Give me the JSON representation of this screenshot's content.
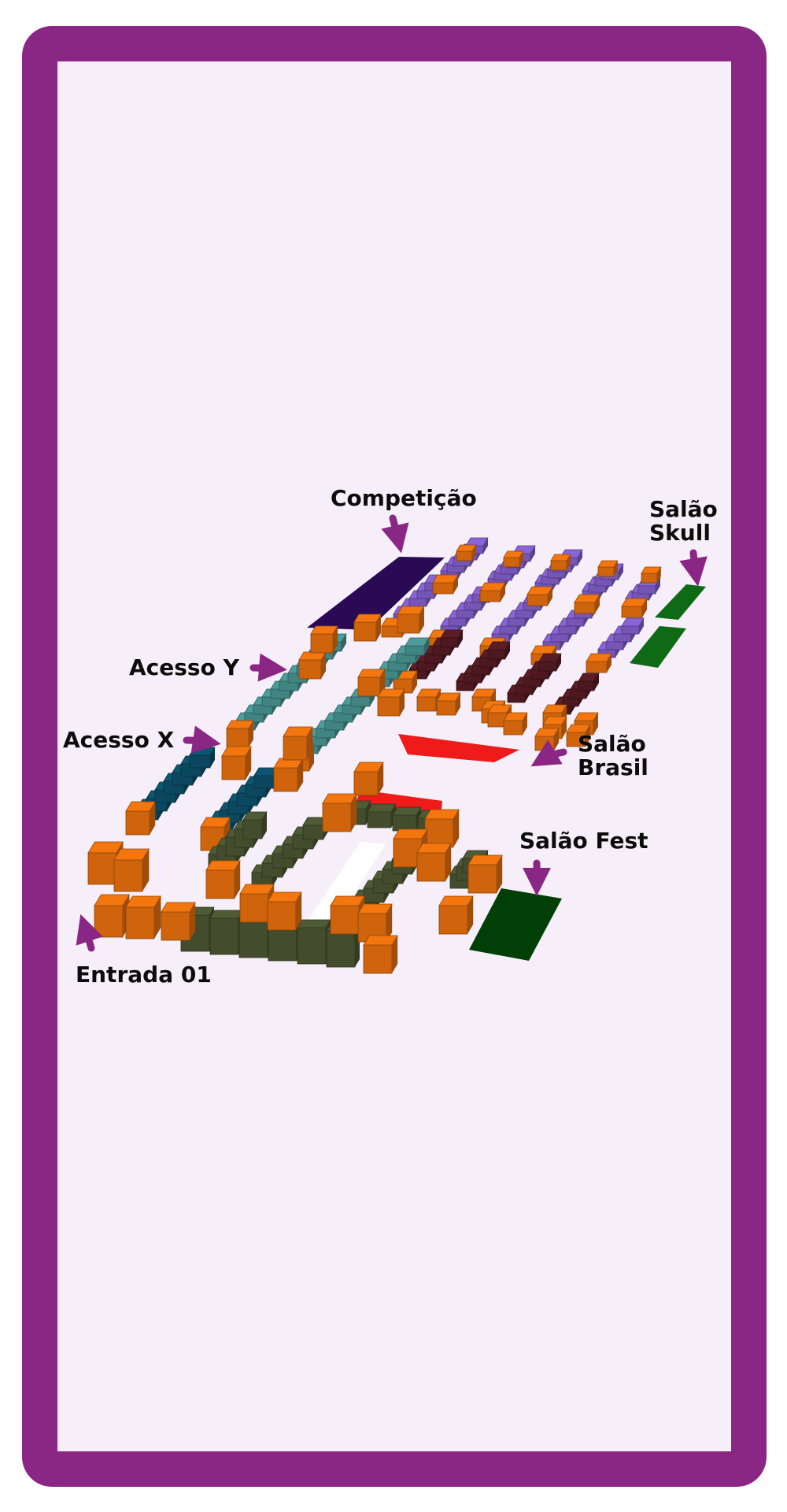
{
  "labels": {
    "competicao": "Competição",
    "salao_skull": [
      "Salão",
      "Skull"
    ],
    "acesso_y": "Acesso Y",
    "acesso_x": "Acesso X",
    "salao_brasil": [
      "Salão",
      "Brasil"
    ],
    "salao_fest": "Salão Fest",
    "entrada": "Entrada 01"
  },
  "colors": {
    "frame": "#8a2684",
    "background": "#f6eff9",
    "booth_orange": "#f4760f",
    "booth_purple": "#8a64d6",
    "booth_teal": "#4c9c9a",
    "booth_blue": "#0d5570",
    "booth_dark_red": "#5a1c25",
    "booth_olive": "#4f5b35",
    "area_competicao": "#2a0a55",
    "area_skull": "#0f6a16",
    "area_brasil": "#ef1a1a",
    "area_fest": "#003f05",
    "arrow": "#8a2684"
  }
}
